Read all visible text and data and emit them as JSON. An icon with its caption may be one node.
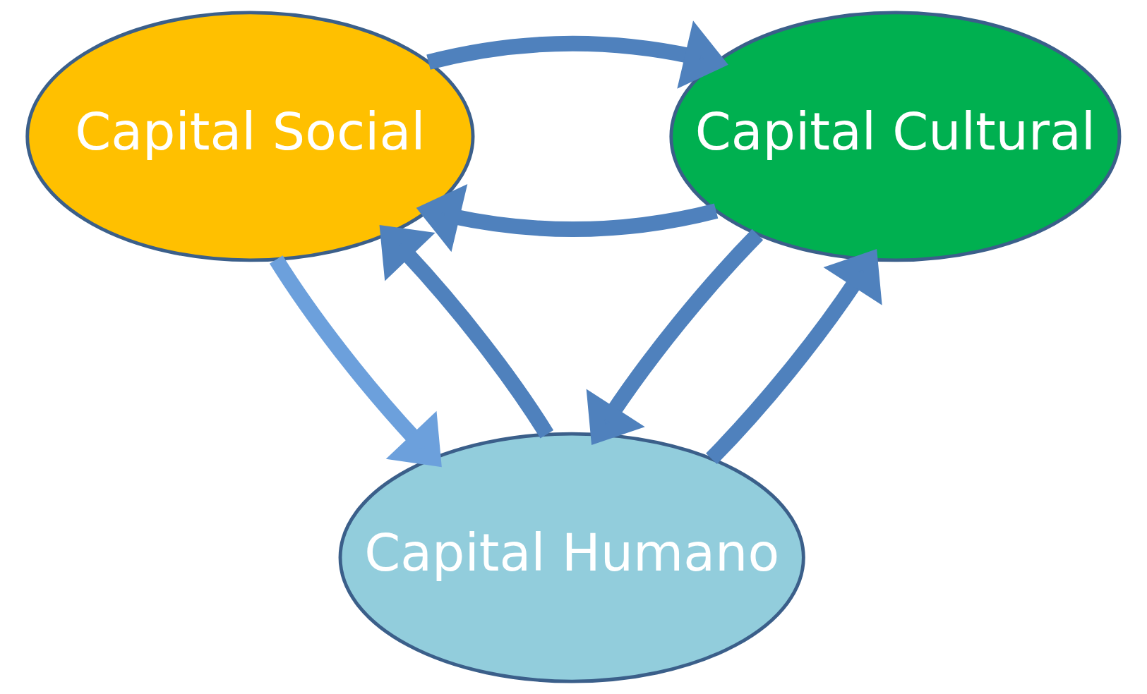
{
  "diagram": {
    "nodes": [
      {
        "text": [
          "Capital Social"
        ]
      },
      {
        "text": [
          "Capital Cultural"
        ]
      },
      {
        "text": [
          "Capital Humano"
        ]
      }
    ],
    "edges": [
      {
        "from": 1,
        "to": 0,
        "arrow": "to"
      },
      {
        "from": 0,
        "to": 1,
        "arrow": "to"
      },
      {
        "from": 0,
        "to": 2,
        "arrow": "to",
        "color": "#6ca0dc"
      },
      {
        "from": 2,
        "to": 0,
        "arrow": "to"
      },
      {
        "from": 2,
        "to": 1,
        "arrow": "to"
      },
      {
        "from": 1,
        "to": 2,
        "arrow": "to"
      }
    ]
  }
}
